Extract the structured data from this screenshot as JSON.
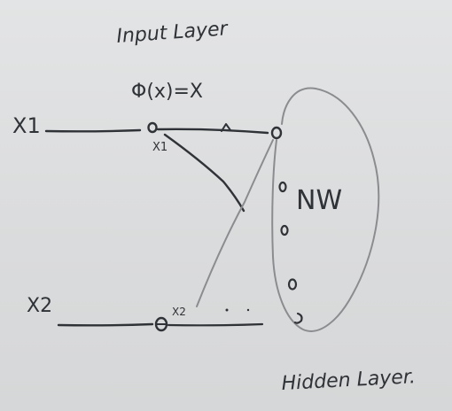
{
  "labels": {
    "input_layer": "Input Layer",
    "phi_formula": "Φ(x)=X",
    "x1_input": "X1",
    "x1_node": "X1",
    "x2_input": "X2",
    "x2_node": "X2",
    "nw": "NW",
    "hidden_layer": "Hidden Layer."
  },
  "colors": {
    "ink": "#2f3236",
    "light_ink": "#8a8c8f",
    "board": "#dfe0e1"
  }
}
